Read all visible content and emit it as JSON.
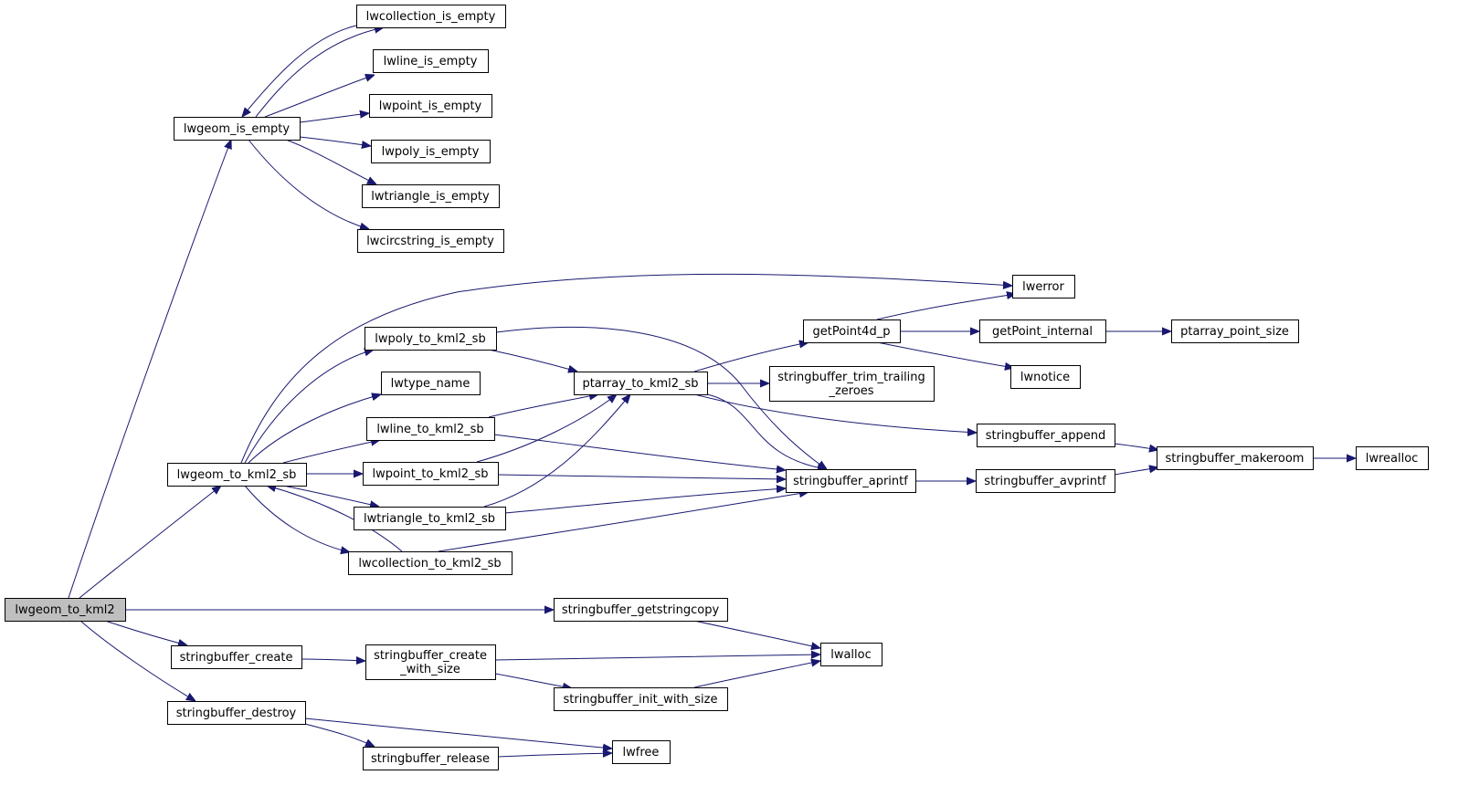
{
  "diagram": {
    "colors": {
      "edge": "#191970",
      "node_border": "#000000",
      "node_fill": "#ffffff",
      "root_fill": "#bfbfbf"
    },
    "nodes": [
      {
        "id": "lwgeom_to_kml2",
        "label": [
          "lwgeom_to_kml2"
        ],
        "root": true
      },
      {
        "id": "lwgeom_is_empty",
        "label": [
          "lwgeom_is_empty"
        ]
      },
      {
        "id": "lwcollection_is_empty",
        "label": [
          "lwcollection_is_empty"
        ]
      },
      {
        "id": "lwline_is_empty",
        "label": [
          "lwline_is_empty"
        ]
      },
      {
        "id": "lwpoint_is_empty",
        "label": [
          "lwpoint_is_empty"
        ]
      },
      {
        "id": "lwpoly_is_empty",
        "label": [
          "lwpoly_is_empty"
        ]
      },
      {
        "id": "lwtriangle_is_empty",
        "label": [
          "lwtriangle_is_empty"
        ]
      },
      {
        "id": "lwcircstring_is_empty",
        "label": [
          "lwcircstring_is_empty"
        ]
      },
      {
        "id": "lwgeom_to_kml2_sb",
        "label": [
          "lwgeom_to_kml2_sb"
        ]
      },
      {
        "id": "lwerror",
        "label": [
          "lwerror"
        ]
      },
      {
        "id": "lwpoly_to_kml2_sb",
        "label": [
          "lwpoly_to_kml2_sb"
        ]
      },
      {
        "id": "lwtype_name",
        "label": [
          "lwtype_name"
        ]
      },
      {
        "id": "lwline_to_kml2_sb",
        "label": [
          "lwline_to_kml2_sb"
        ]
      },
      {
        "id": "lwpoint_to_kml2_sb",
        "label": [
          "lwpoint_to_kml2_sb"
        ]
      },
      {
        "id": "lwtriangle_to_kml2_sb",
        "label": [
          "lwtriangle_to_kml2_sb"
        ]
      },
      {
        "id": "lwcollection_to_kml2_sb",
        "label": [
          "lwcollection_to_kml2_sb"
        ]
      },
      {
        "id": "ptarray_to_kml2_sb",
        "label": [
          "ptarray_to_kml2_sb"
        ]
      },
      {
        "id": "stringbuffer_aprintf",
        "label": [
          "stringbuffer_aprintf"
        ]
      },
      {
        "id": "getPoint4d_p",
        "label": [
          "getPoint4d_p"
        ]
      },
      {
        "id": "stringbuffer_trim_trailing_zeroes",
        "label": [
          "stringbuffer_trim_trailing",
          "_zeroes"
        ]
      },
      {
        "id": "getPoint_internal",
        "label": [
          "getPoint_internal"
        ]
      },
      {
        "id": "lwnotice",
        "label": [
          "lwnotice"
        ]
      },
      {
        "id": "ptarray_point_size",
        "label": [
          "ptarray_point_size"
        ]
      },
      {
        "id": "stringbuffer_append",
        "label": [
          "stringbuffer_append"
        ]
      },
      {
        "id": "stringbuffer_makeroom",
        "label": [
          "stringbuffer_makeroom"
        ]
      },
      {
        "id": "lwrealloc",
        "label": [
          "lwrealloc"
        ]
      },
      {
        "id": "stringbuffer_avprintf",
        "label": [
          "stringbuffer_avprintf"
        ]
      },
      {
        "id": "stringbuffer_getstringcopy",
        "label": [
          "stringbuffer_getstringcopy"
        ]
      },
      {
        "id": "lwalloc",
        "label": [
          "lwalloc"
        ]
      },
      {
        "id": "stringbuffer_create",
        "label": [
          "stringbuffer_create"
        ]
      },
      {
        "id": "stringbuffer_create_with_size",
        "label": [
          "stringbuffer_create",
          "_with_size"
        ]
      },
      {
        "id": "stringbuffer_init_with_size",
        "label": [
          "stringbuffer_init_with_size"
        ]
      },
      {
        "id": "stringbuffer_destroy",
        "label": [
          "stringbuffer_destroy"
        ]
      },
      {
        "id": "stringbuffer_release",
        "label": [
          "stringbuffer_release"
        ]
      },
      {
        "id": "lwfree",
        "label": [
          "lwfree"
        ]
      }
    ],
    "edges": [
      [
        "lwgeom_to_kml2",
        "lwgeom_is_empty"
      ],
      [
        "lwgeom_to_kml2",
        "lwgeom_to_kml2_sb"
      ],
      [
        "lwgeom_to_kml2",
        "stringbuffer_getstringcopy"
      ],
      [
        "lwgeom_to_kml2",
        "stringbuffer_create"
      ],
      [
        "lwgeom_to_kml2",
        "stringbuffer_destroy"
      ],
      [
        "lwgeom_is_empty",
        "lwcollection_is_empty"
      ],
      [
        "lwgeom_is_empty",
        "lwline_is_empty"
      ],
      [
        "lwgeom_is_empty",
        "lwpoint_is_empty"
      ],
      [
        "lwgeom_is_empty",
        "lwpoly_is_empty"
      ],
      [
        "lwgeom_is_empty",
        "lwtriangle_is_empty"
      ],
      [
        "lwgeom_is_empty",
        "lwcircstring_is_empty"
      ],
      [
        "lwcollection_is_empty",
        "lwgeom_is_empty"
      ],
      [
        "lwgeom_to_kml2_sb",
        "lwerror"
      ],
      [
        "lwgeom_to_kml2_sb",
        "lwpoly_to_kml2_sb"
      ],
      [
        "lwgeom_to_kml2_sb",
        "lwtype_name"
      ],
      [
        "lwgeom_to_kml2_sb",
        "lwline_to_kml2_sb"
      ],
      [
        "lwgeom_to_kml2_sb",
        "lwpoint_to_kml2_sb"
      ],
      [
        "lwgeom_to_kml2_sb",
        "lwtriangle_to_kml2_sb"
      ],
      [
        "lwgeom_to_kml2_sb",
        "lwcollection_to_kml2_sb"
      ],
      [
        "lwcollection_to_kml2_sb",
        "lwgeom_to_kml2_sb"
      ],
      [
        "lwpoly_to_kml2_sb",
        "ptarray_to_kml2_sb"
      ],
      [
        "lwpoly_to_kml2_sb",
        "stringbuffer_aprintf"
      ],
      [
        "lwline_to_kml2_sb",
        "ptarray_to_kml2_sb"
      ],
      [
        "lwline_to_kml2_sb",
        "stringbuffer_aprintf"
      ],
      [
        "lwpoint_to_kml2_sb",
        "ptarray_to_kml2_sb"
      ],
      [
        "lwpoint_to_kml2_sb",
        "stringbuffer_aprintf"
      ],
      [
        "lwtriangle_to_kml2_sb",
        "ptarray_to_kml2_sb"
      ],
      [
        "lwtriangle_to_kml2_sb",
        "stringbuffer_aprintf"
      ],
      [
        "lwcollection_to_kml2_sb",
        "stringbuffer_aprintf"
      ],
      [
        "ptarray_to_kml2_sb",
        "getPoint4d_p"
      ],
      [
        "ptarray_to_kml2_sb",
        "stringbuffer_trim_trailing_zeroes"
      ],
      [
        "ptarray_to_kml2_sb",
        "stringbuffer_append"
      ],
      [
        "ptarray_to_kml2_sb",
        "stringbuffer_aprintf"
      ],
      [
        "getPoint4d_p",
        "lwerror"
      ],
      [
        "getPoint4d_p",
        "getPoint_internal"
      ],
      [
        "getPoint4d_p",
        "lwnotice"
      ],
      [
        "getPoint_internal",
        "ptarray_point_size"
      ],
      [
        "stringbuffer_append",
        "stringbuffer_makeroom"
      ],
      [
        "stringbuffer_makeroom",
        "lwrealloc"
      ],
      [
        "stringbuffer_aprintf",
        "stringbuffer_avprintf"
      ],
      [
        "stringbuffer_avprintf",
        "stringbuffer_makeroom"
      ],
      [
        "stringbuffer_getstringcopy",
        "lwalloc"
      ],
      [
        "stringbuffer_create",
        "stringbuffer_create_with_size"
      ],
      [
        "stringbuffer_create_with_size",
        "lwalloc"
      ],
      [
        "stringbuffer_create_with_size",
        "stringbuffer_init_with_size"
      ],
      [
        "stringbuffer_init_with_size",
        "lwalloc"
      ],
      [
        "stringbuffer_destroy",
        "lwfree"
      ],
      [
        "stringbuffer_destroy",
        "stringbuffer_release"
      ],
      [
        "stringbuffer_release",
        "lwfree"
      ]
    ]
  }
}
